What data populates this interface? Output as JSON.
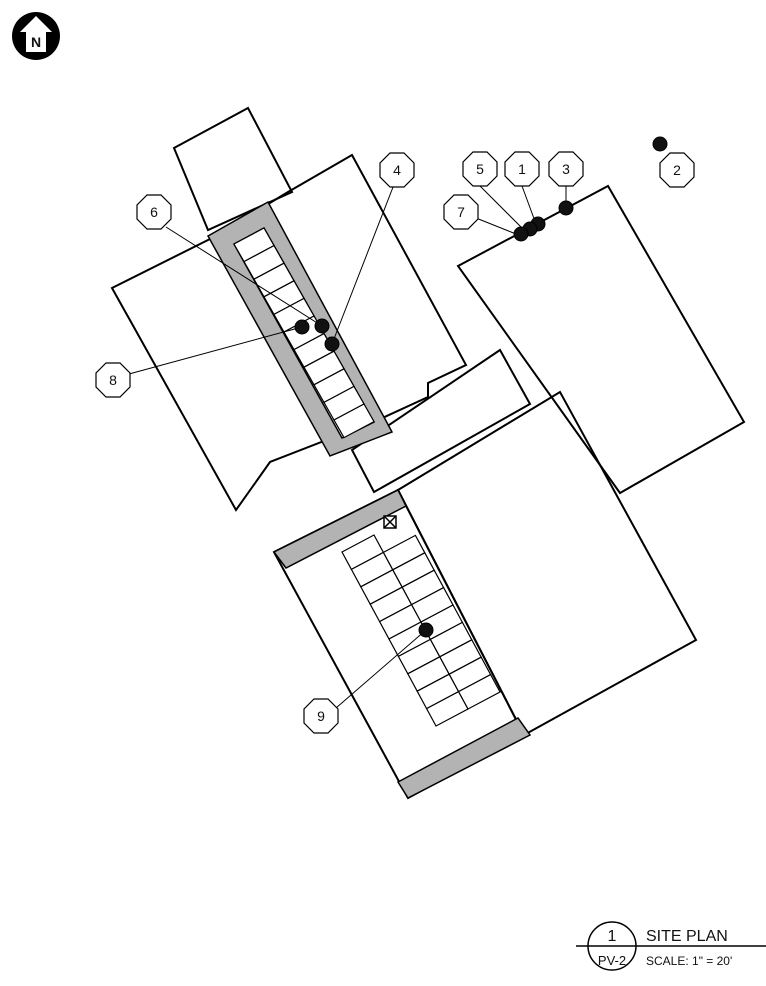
{
  "north_arrow": {
    "letter": "N"
  },
  "callouts": [
    {
      "id": "1",
      "label": "1"
    },
    {
      "id": "2",
      "label": "2"
    },
    {
      "id": "3",
      "label": "3"
    },
    {
      "id": "4",
      "label": "4"
    },
    {
      "id": "5",
      "label": "5"
    },
    {
      "id": "6",
      "label": "6"
    },
    {
      "id": "7",
      "label": "7"
    },
    {
      "id": "8",
      "label": "8"
    },
    {
      "id": "9",
      "label": "9"
    }
  ],
  "title_block": {
    "number": "1",
    "sheet": "PV-2",
    "title": "SITE PLAN",
    "scale": "SCALE: 1\" = 20'"
  },
  "colors": {
    "line": "#000000",
    "setback": "#b3b3b3",
    "marker": "#111111"
  }
}
